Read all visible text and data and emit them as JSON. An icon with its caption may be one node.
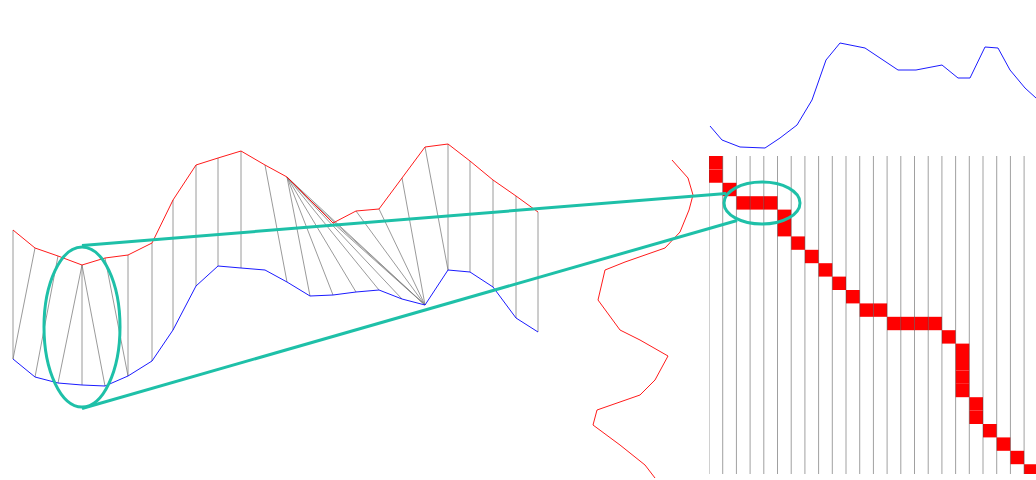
{
  "diagram": {
    "nodes": [
      {
        "text": [],
        "shape": "ellipse"
      },
      {
        "text": [],
        "shape": "ellipse"
      }
    ],
    "edges": [
      {
        "from": 0,
        "to": 1,
        "arrow": "none"
      },
      {
        "from": 0,
        "to": 1,
        "arrow": "none"
      }
    ]
  }
}
